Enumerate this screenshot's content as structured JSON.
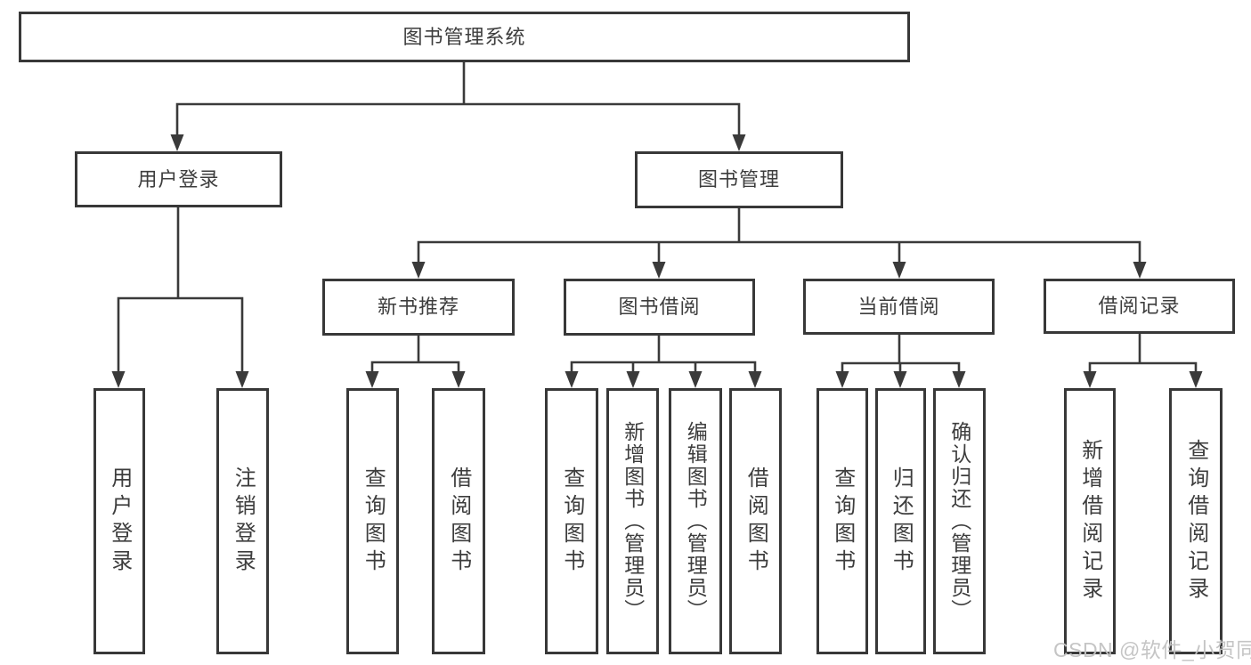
{
  "tree": {
    "root": {
      "label": "图书管理系统",
      "children": [
        {
          "label": "用户登录",
          "children": [
            {
              "label": "用户登录"
            },
            {
              "label": "注销登录"
            }
          ]
        },
        {
          "label": "图书管理",
          "children": [
            {
              "label": "新书推荐",
              "children": [
                {
                  "label": "查询图书"
                },
                {
                  "label": "借阅图书"
                }
              ]
            },
            {
              "label": "图书借阅",
              "children": [
                {
                  "label": "查询图书"
                },
                {
                  "label": "新增图书（管理员）"
                },
                {
                  "label": "编辑图书（管理员）"
                },
                {
                  "label": "借阅图书"
                }
              ]
            },
            {
              "label": "当前借阅",
              "children": [
                {
                  "label": "查询图书"
                },
                {
                  "label": "归还图书"
                },
                {
                  "label": "确认归还（管理员）"
                }
              ]
            },
            {
              "label": "借阅记录",
              "children": [
                {
                  "label": "新增借阅记录"
                },
                {
                  "label": "查询借阅记录"
                }
              ]
            }
          ]
        }
      ]
    }
  },
  "watermark": {
    "text": "CSDN @软件_小贺同学"
  },
  "colors": {
    "line": "#3a3a3a",
    "border": "#383838",
    "text": "#3d3d3d",
    "background": "#ffffff",
    "watermark": "#c2c2c2"
  }
}
